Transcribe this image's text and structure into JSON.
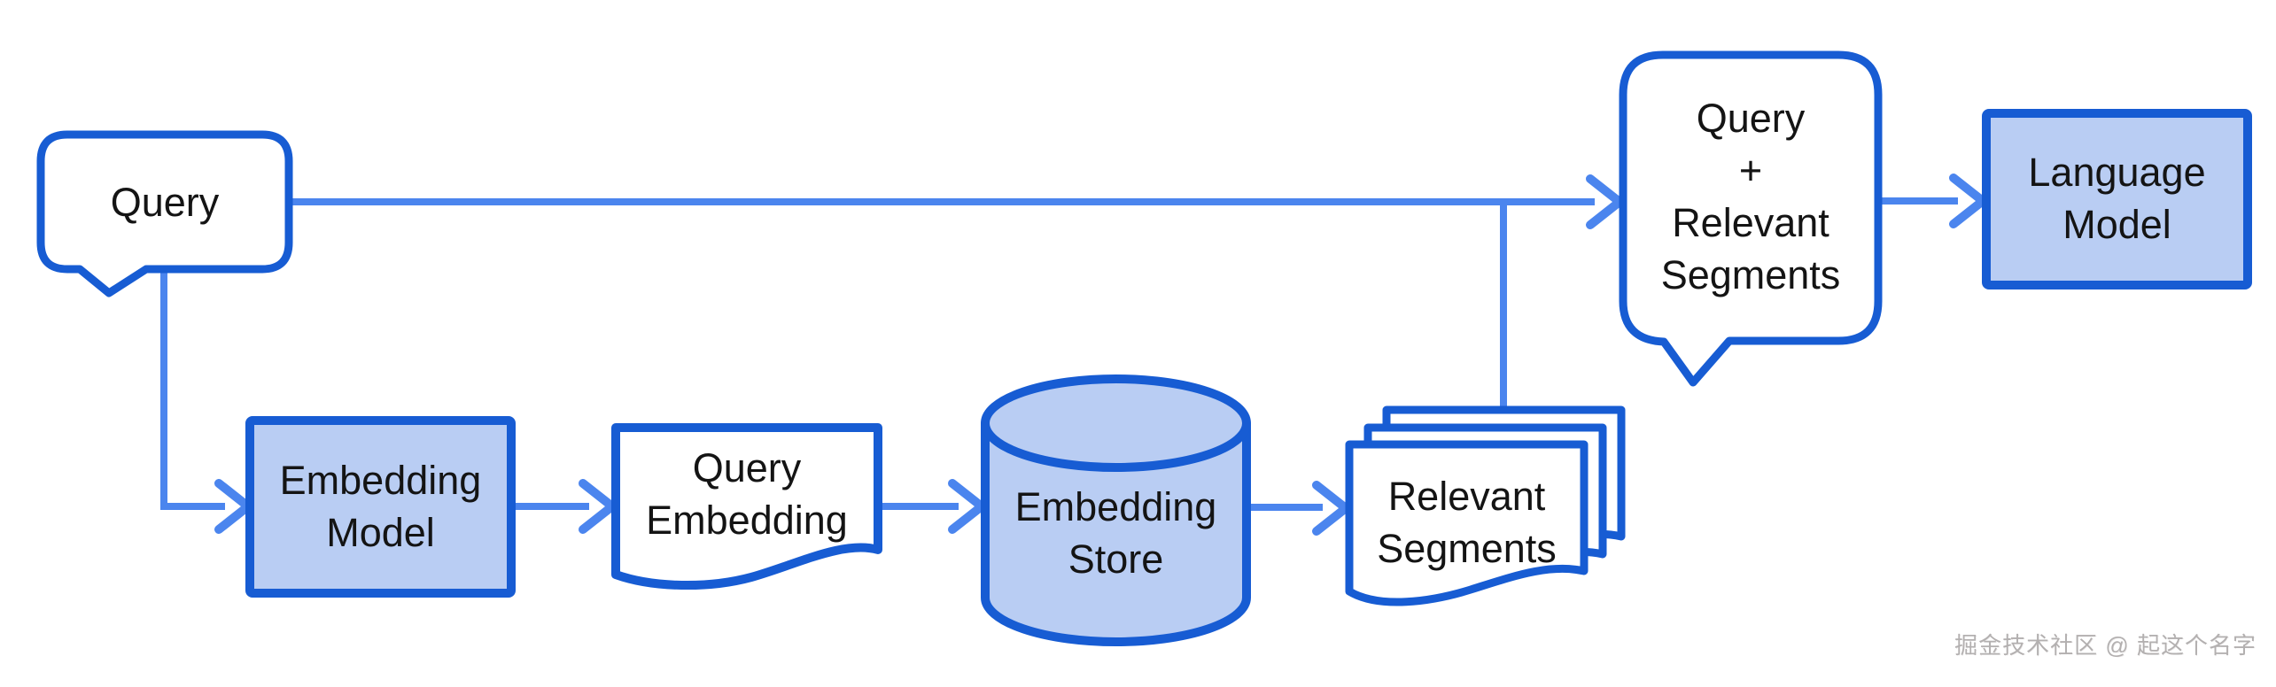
{
  "diagram": {
    "type": "flowchart",
    "nodes": [
      {
        "id": "query",
        "label": "Query",
        "shape": "speech-bubble",
        "fill": "#ffffff"
      },
      {
        "id": "embedding-model",
        "label": "Embedding\nModel",
        "shape": "rectangle",
        "fill": "#b9cdf3"
      },
      {
        "id": "query-embedding",
        "label": "Query\nEmbedding",
        "shape": "document",
        "fill": "#ffffff"
      },
      {
        "id": "embedding-store",
        "label": "Embedding\nStore",
        "shape": "database-cylinder",
        "fill": "#b9cdf3"
      },
      {
        "id": "relevant-segments",
        "label": "Relevant\nSegments",
        "shape": "stacked-documents",
        "fill": "#ffffff"
      },
      {
        "id": "query-plus-segments",
        "label": "Query\n+\nRelevant\nSegments",
        "shape": "speech-bubble",
        "fill": "#ffffff"
      },
      {
        "id": "language-model",
        "label": "Language\nModel",
        "shape": "rectangle",
        "fill": "#b9cdf3"
      }
    ],
    "edges": [
      {
        "from": "query",
        "to": "query-plus-segments"
      },
      {
        "from": "query",
        "to": "embedding-model"
      },
      {
        "from": "embedding-model",
        "to": "query-embedding"
      },
      {
        "from": "query-embedding",
        "to": "embedding-store"
      },
      {
        "from": "embedding-store",
        "to": "relevant-segments"
      },
      {
        "from": "relevant-segments",
        "to": "query-plus-segments"
      },
      {
        "from": "query-plus-segments",
        "to": "language-model"
      }
    ],
    "colors": {
      "shape_border": "#175cd3",
      "arrow": "#4b85ee",
      "light_fill": "#b9cdf3",
      "text": "#141414",
      "watermark": "#b3b0b0"
    },
    "watermark": "掘金技术社区 @ 起这个名字"
  }
}
